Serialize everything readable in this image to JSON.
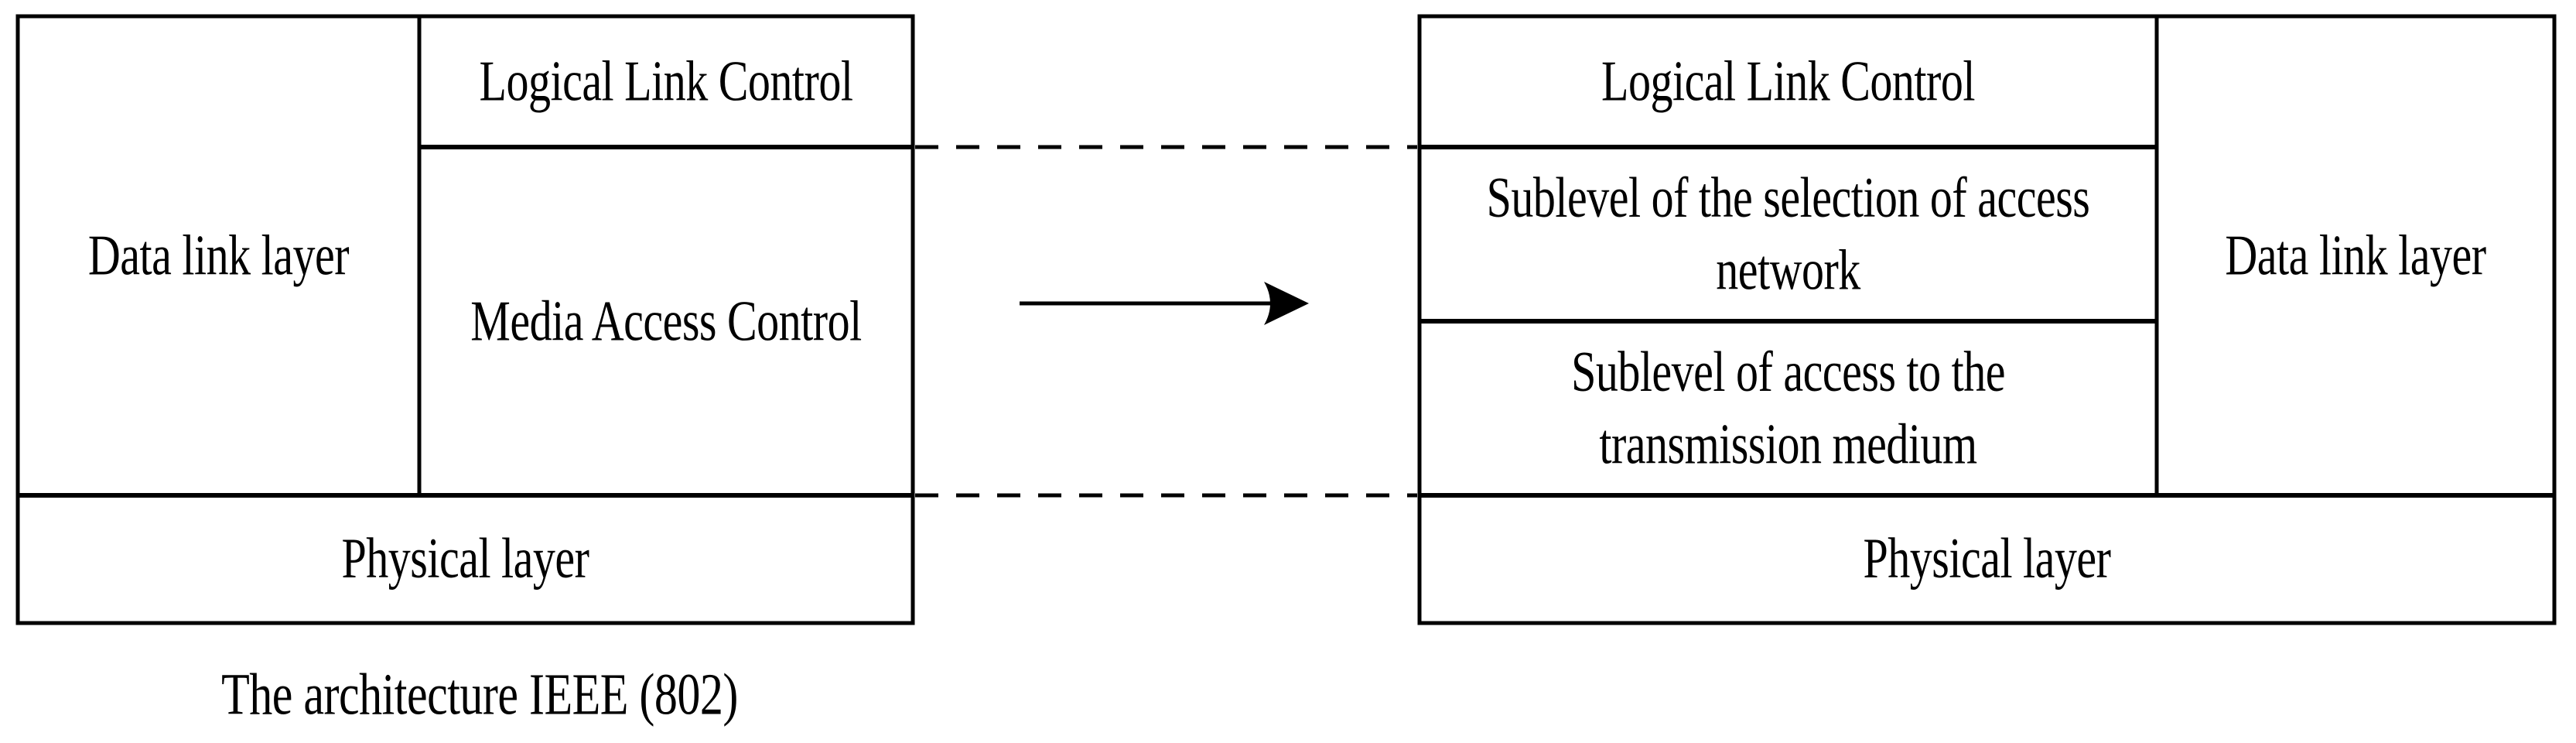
{
  "diagram": {
    "caption": "The architecture IEEE (802)",
    "left_stack": {
      "data_link_label": "Data link layer",
      "llc_label": "Logical Link Control",
      "mac_label": "Media Access Control",
      "physical_label": "Physical layer"
    },
    "right_stack": {
      "llc_label": "Logical Link Control",
      "sublevel_selection_label": "Sublevel of the selection of access\nnetwork",
      "sublevel_access_label": "Sublevel of access to the\ntransmission medium",
      "data_link_label": "Data link layer",
      "physical_label": "Physical layer"
    },
    "colors": {
      "line": "#000000",
      "background": "#ffffff"
    }
  }
}
